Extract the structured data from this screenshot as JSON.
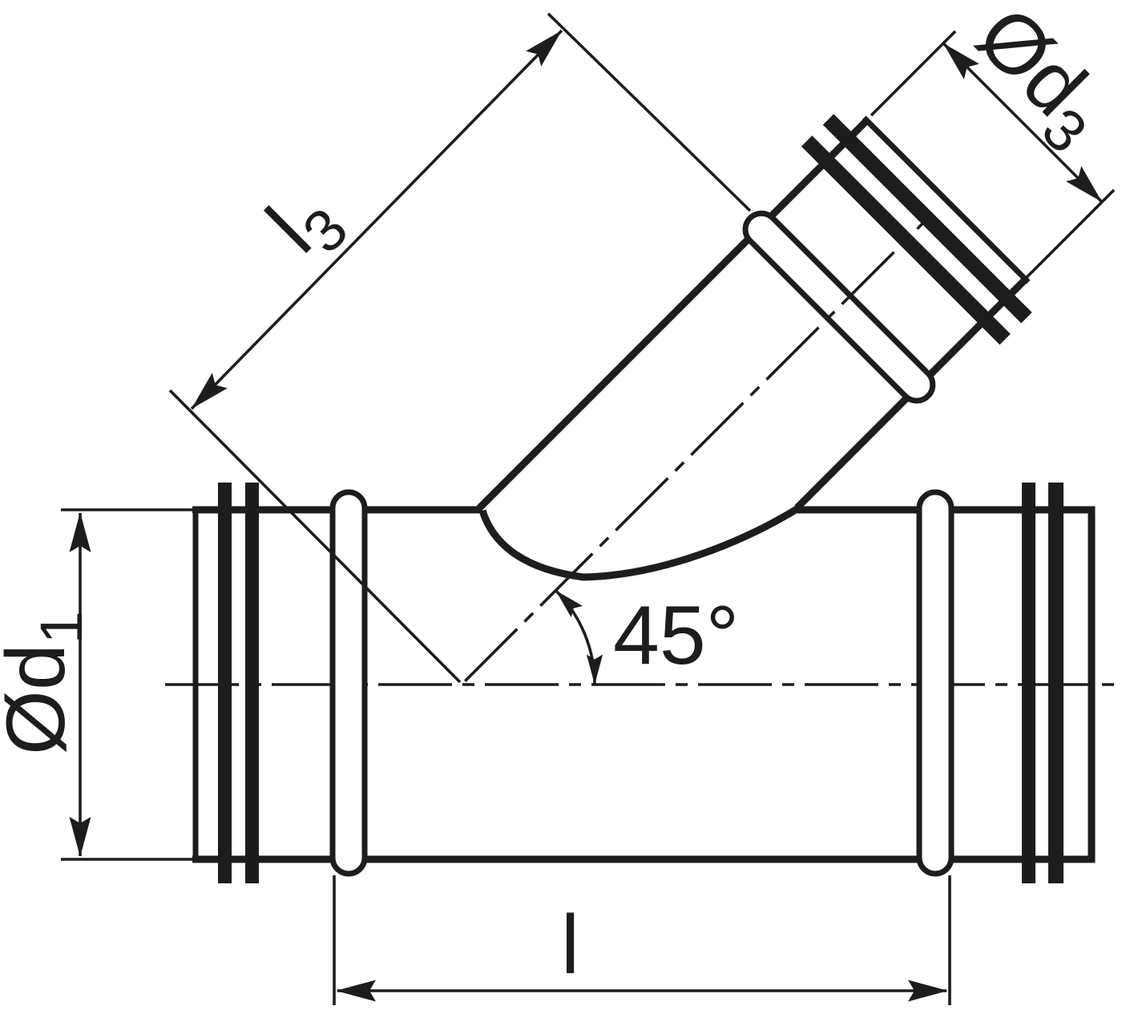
{
  "figure": {
    "title": "45-degree branch pipe fitting drawing",
    "background_color": "#ffffff",
    "line_color": "#1d1d1b",
    "angle_value": "45°",
    "labels": {
      "branch_length": {
        "base": "l",
        "sub": "3"
      },
      "branch_diameter": {
        "base": "Ød",
        "sub": "3"
      },
      "main_diameter": {
        "base": "Ød",
        "sub": "1"
      },
      "overall_length": {
        "base": "l",
        "sub": ""
      },
      "angle": {
        "base": "45°",
        "sub": ""
      }
    }
  }
}
